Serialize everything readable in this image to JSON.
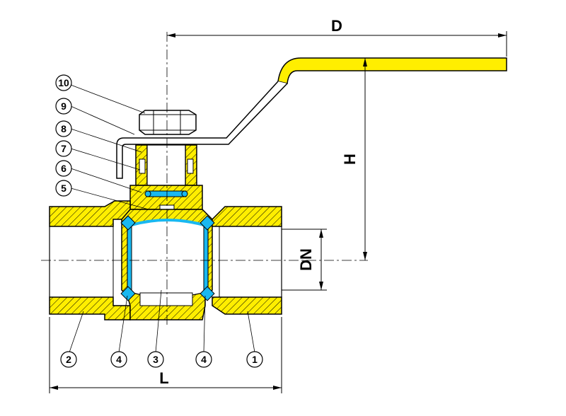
{
  "dimensions": {
    "D": "D",
    "H": "H",
    "DN": "DN",
    "L": "L"
  },
  "callouts": [
    "10",
    "9",
    "8",
    "7",
    "6",
    "5",
    "2",
    "4",
    "3",
    "4",
    "1"
  ],
  "colors": {
    "body": "#ffee00",
    "seal": "#19b8f0",
    "handle": "#ffee00",
    "line": "#000000",
    "background": "#ffffff"
  }
}
